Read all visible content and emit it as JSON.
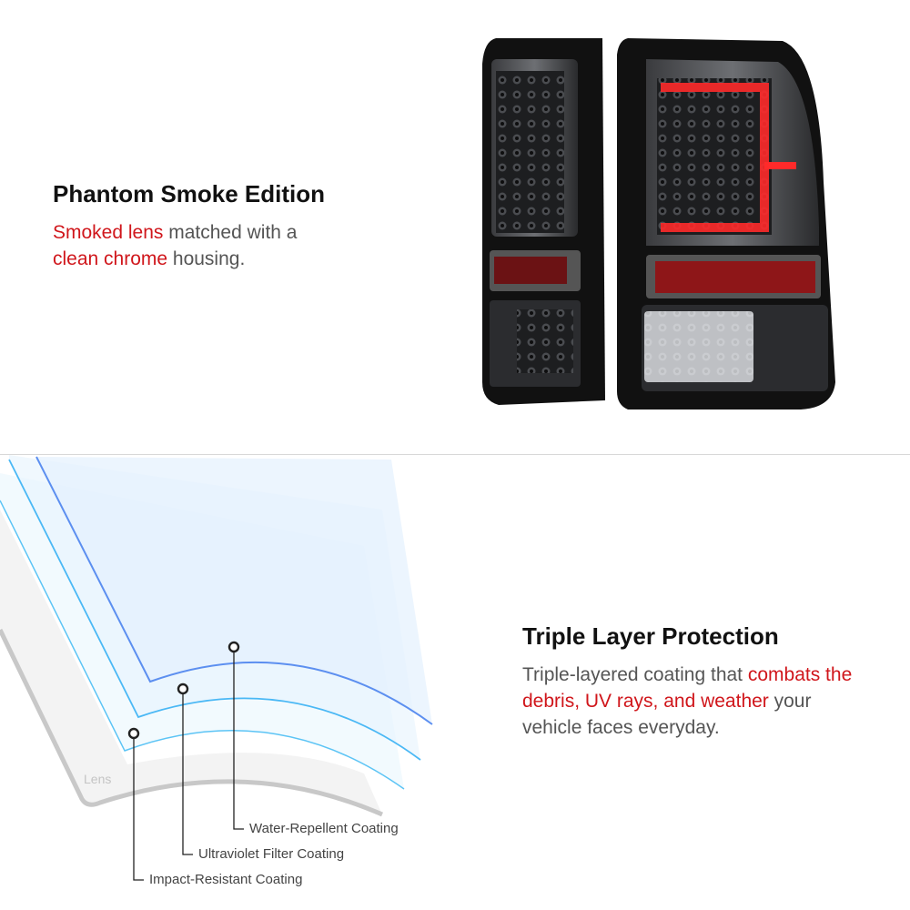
{
  "section1": {
    "title": "Phantom Smoke Edition",
    "desc_parts": [
      "Smoked lens",
      " matched with a ",
      "clean chrome",
      " housing."
    ]
  },
  "section2": {
    "title": "Triple Layer Protection",
    "desc_parts": [
      "Triple-layered coating that ",
      "combats the debris, UV rays, and weather",
      " your vehicle faces everyday."
    ]
  },
  "diagram": {
    "lens_label": "Lens",
    "layers": [
      "Water-Repellent Coating",
      "Ultraviolet Filter Coating",
      "Impact-Resistant Coating"
    ]
  },
  "colors": {
    "accent": "#d0161b",
    "text": "#555555",
    "layer_blue": "#4f8ef0",
    "layer_cyan": "#4ab8f5"
  }
}
